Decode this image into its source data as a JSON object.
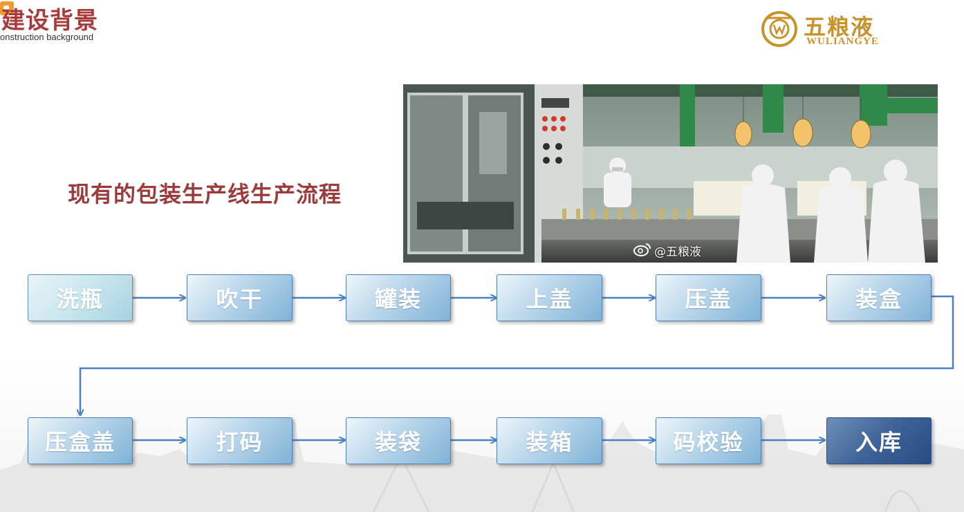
{
  "header": {
    "title": "建设背景",
    "subtitle_en": "onstruction background"
  },
  "logo": {
    "name_cn": "五粮液",
    "name_en": "WULIANGYE"
  },
  "section_title": "现有的包装生产线生产流程",
  "photo": {
    "caption": "@五粮液",
    "caption_icon": "weibo-icon"
  },
  "flow": {
    "row1": [
      "洗瓶",
      "吹干",
      "罐装",
      "上盖",
      "压盖",
      "装盒"
    ],
    "row2": [
      "压盒盖",
      "打码",
      "装袋",
      "装箱",
      "码校验",
      "入库"
    ]
  },
  "colors": {
    "title": "#a83a3a",
    "logo": "#c9922a",
    "step_border": "#4d7fb6",
    "arrow": "#4a7fc1",
    "final_step": "#2f5588"
  }
}
